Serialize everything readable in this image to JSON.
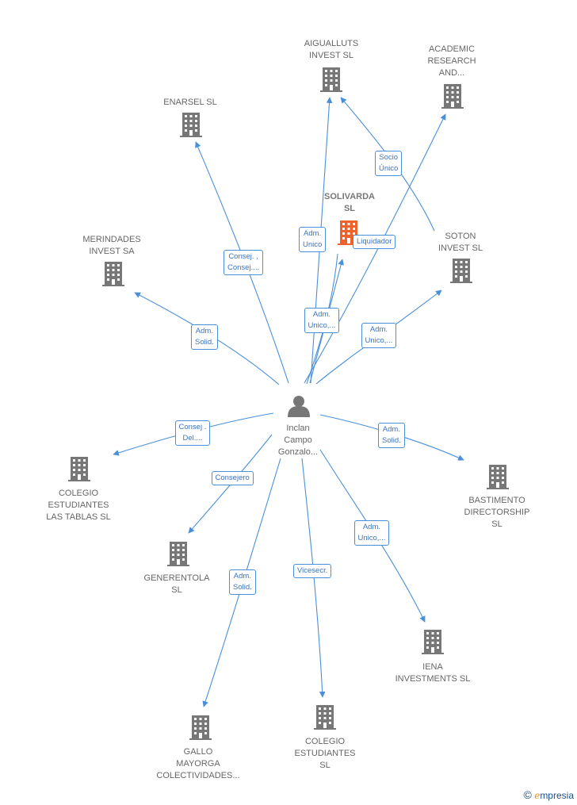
{
  "colors": {
    "edge": "#4a90d9",
    "company_icon": "#777777",
    "focus_icon": "#f0622c",
    "person_icon": "#777777",
    "label_text": "#666666"
  },
  "center_person": {
    "name": "Inclan\nCampo\nGonzalo...",
    "icon": "person-icon"
  },
  "companies": [
    {
      "id": "aigualluts",
      "name": "AIGUALLUTS\nINVEST  SL"
    },
    {
      "id": "academic",
      "name": "ACADEMIC\nRESEARCH\nAND..."
    },
    {
      "id": "enarsel",
      "name": "ENARSEL  SL"
    },
    {
      "id": "solivarda",
      "name": "SOLIVARDA\nSL",
      "focus": true
    },
    {
      "id": "merindades",
      "name": "MERINDADES\nINVEST SA"
    },
    {
      "id": "soton",
      "name": "SOTON\nINVEST  SL"
    },
    {
      "id": "colegio_tablas",
      "name": "COLEGIO\nESTUDIANTES\nLAS TABLAS SL"
    },
    {
      "id": "bastimento",
      "name": "BASTIMENTO\nDIRECTORSHIP\nSL"
    },
    {
      "id": "generentola",
      "name": "GENERENTOLA\nSL"
    },
    {
      "id": "iena",
      "name": "IENA\nINVESTMENTS SL"
    },
    {
      "id": "gallo",
      "name": "GALLO\nMAYORGA\nCOLECTIVIDADES..."
    },
    {
      "id": "colegio",
      "name": "COLEGIO\nESTUDIANTES\nSL"
    }
  ],
  "relations": [
    {
      "id": "r_aigualluts",
      "label": "Adm.\nUnico"
    },
    {
      "id": "r_soton_aigualluts",
      "label": "Socio\nÚnico"
    },
    {
      "id": "r_solivarda",
      "label": "Liquidador"
    },
    {
      "id": "r_enarsel",
      "label": "Consej. ,\nConsej...."
    },
    {
      "id": "r_academic",
      "label": "Adm.\nUnico,..."
    },
    {
      "id": "r_merindades",
      "label": "Adm.\nSolid."
    },
    {
      "id": "r_soton",
      "label": "Adm.\nUnico,..."
    },
    {
      "id": "r_colegio_tablas",
      "label": "Consej .\nDel...."
    },
    {
      "id": "r_bastimento",
      "label": "Adm.\nSolid."
    },
    {
      "id": "r_generentola",
      "label": "Consejero"
    },
    {
      "id": "r_iena",
      "label": "Adm.\nUnico,..."
    },
    {
      "id": "r_gallo",
      "label": "Adm.\nSolid."
    },
    {
      "id": "r_colegio",
      "label": "Vicesecr."
    }
  ],
  "credit": {
    "copyright": "©",
    "e": "e",
    "brand": "mpresia"
  }
}
